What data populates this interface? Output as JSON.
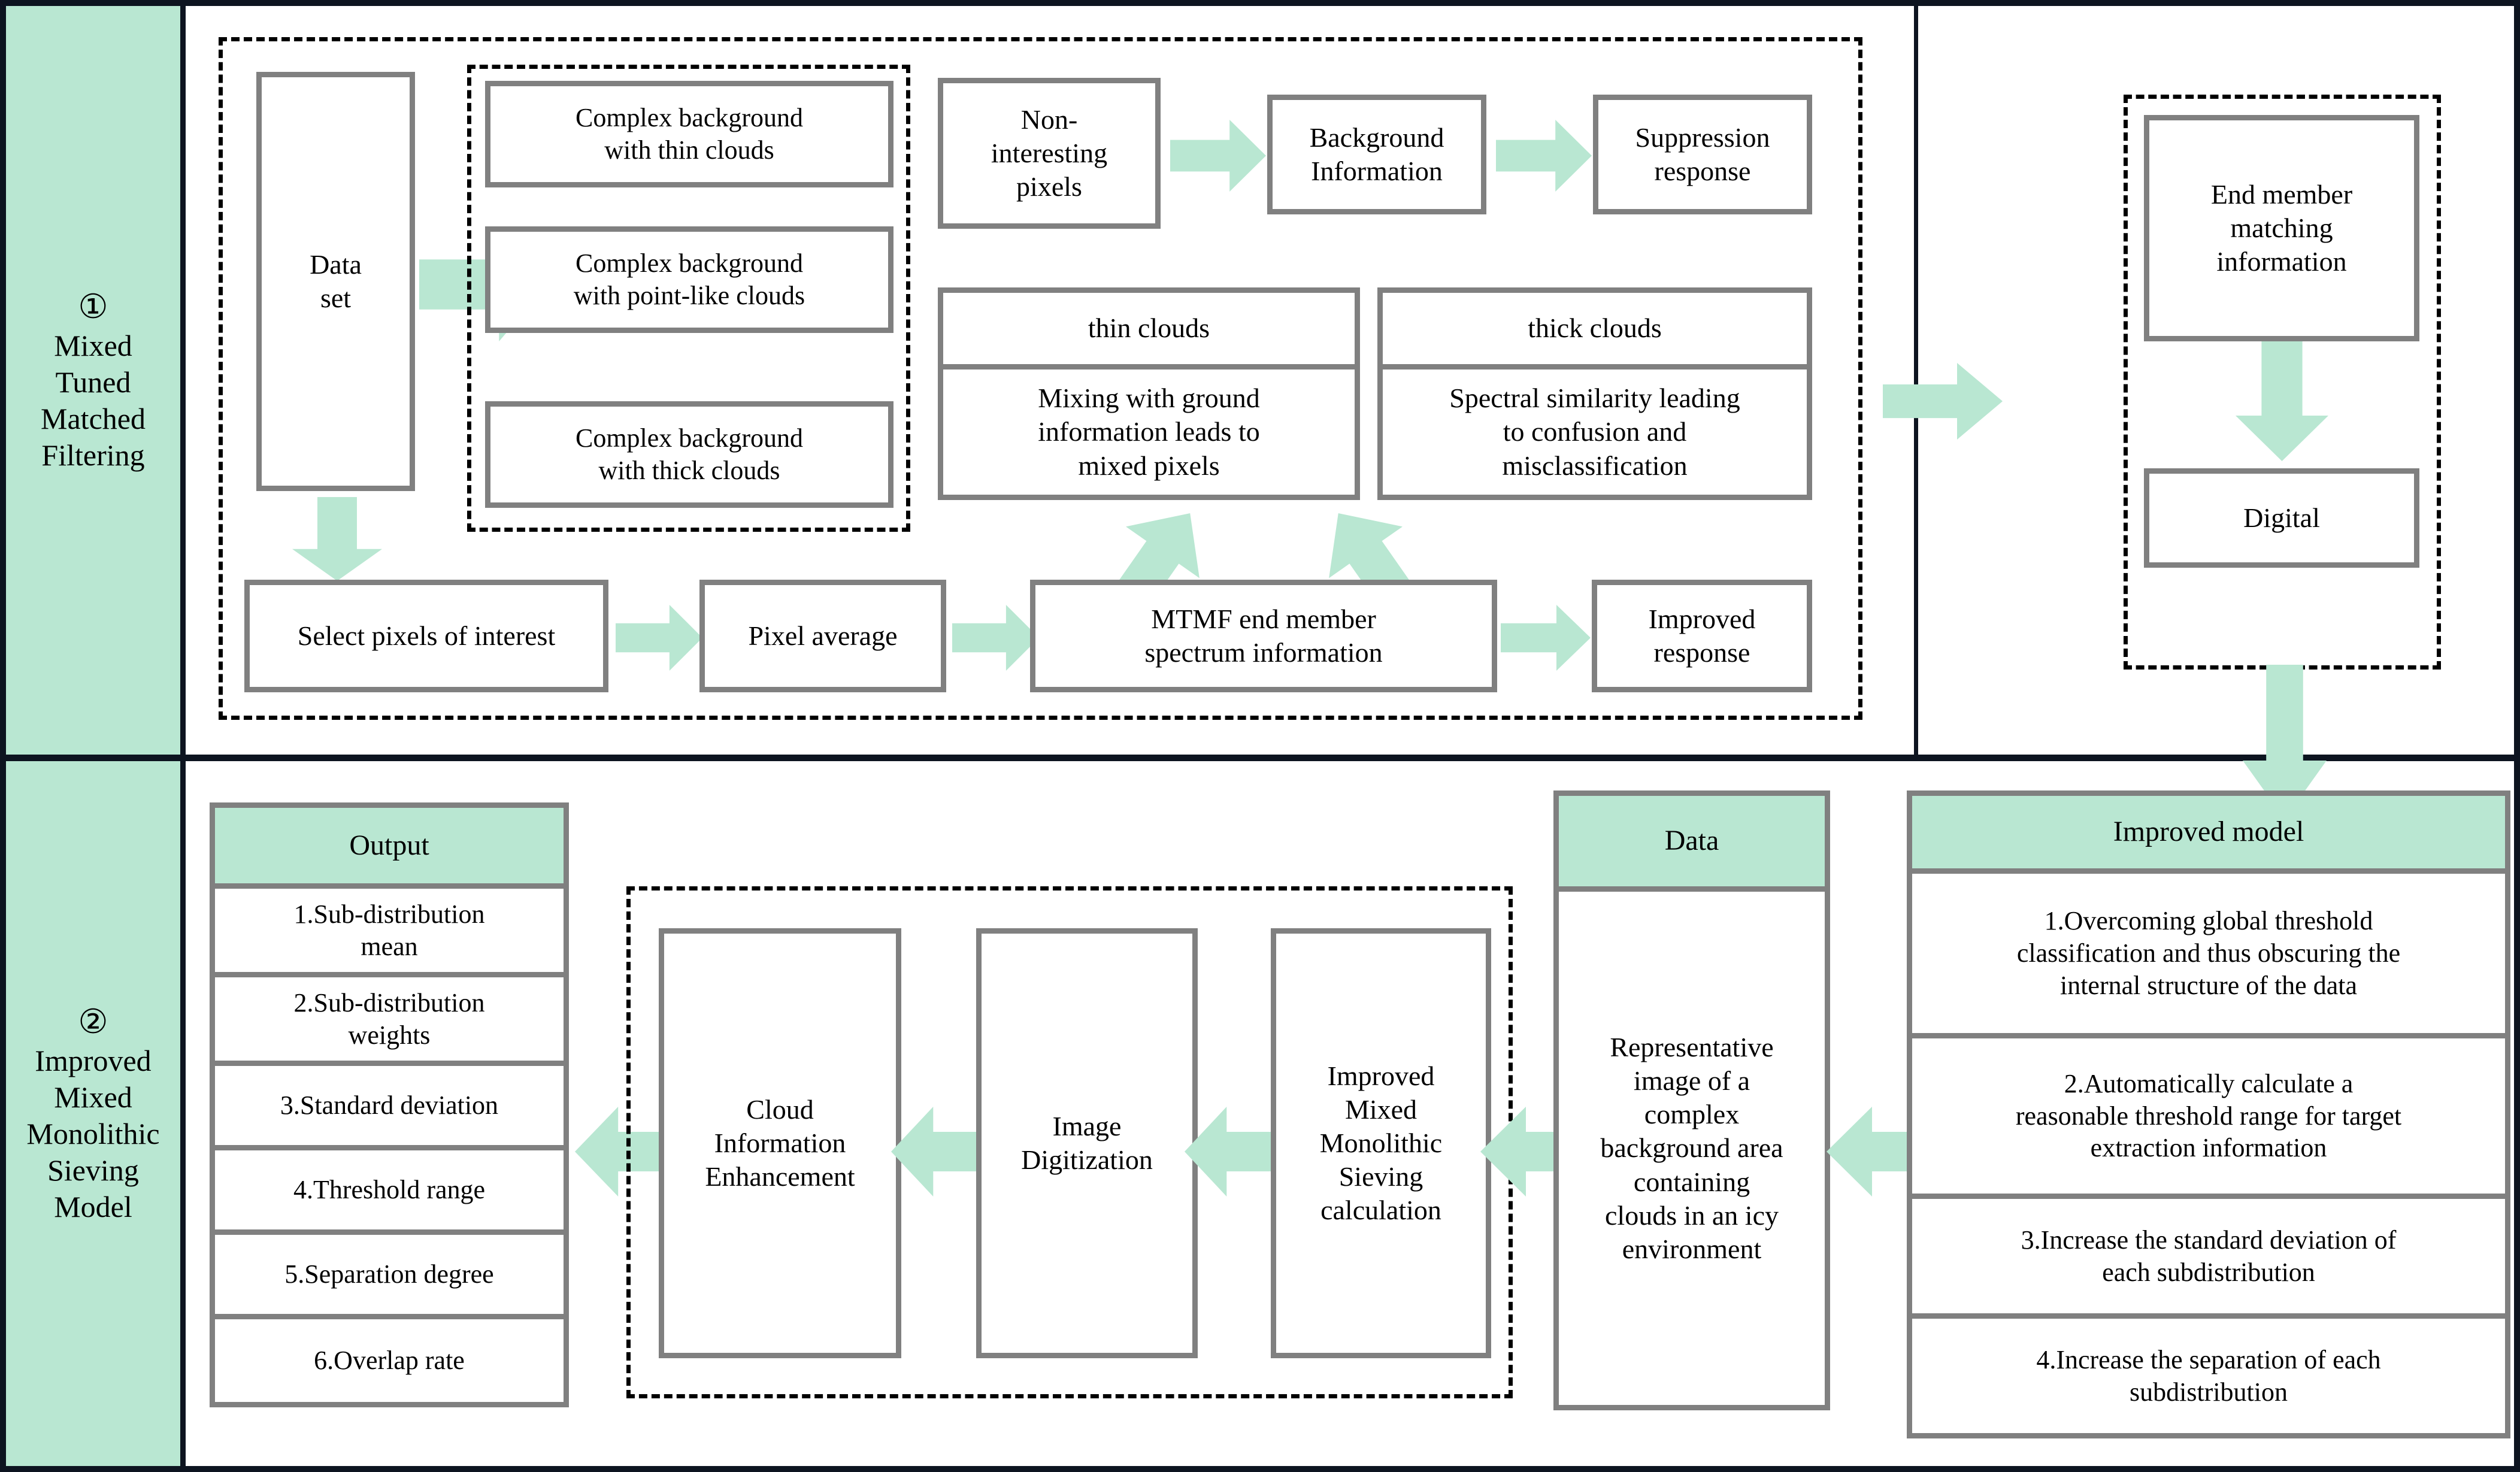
{
  "colors": {
    "accent_green": "#b9e7d2",
    "box_border_gray": "#808080",
    "frame_black": "#0d1420"
  },
  "sections": [
    {
      "marker": "①",
      "title_lines": [
        "Mixed",
        "Tuned",
        "Matched",
        "Filtering"
      ]
    },
    {
      "marker": "②",
      "title_lines": [
        "Improved",
        "Mixed",
        "Monolithic",
        "Sieving",
        "Model"
      ]
    }
  ],
  "section1": {
    "data_set": "Data\nset",
    "background_types": [
      "Complex background\nwith thin clouds",
      "Complex background\nwith point-like clouds",
      "Complex background\nwith thick clouds"
    ],
    "suppression_chain": [
      "Non-\ninteresting\npixels",
      "Background\nInformation",
      "Suppression\nresponse"
    ],
    "cloud_problems": [
      {
        "header": "thin clouds",
        "body": "Mixing with ground\ninformation leads to\nmixed pixels"
      },
      {
        "header": "thick clouds",
        "body": "Spectral similarity leading\nto confusion and\nmisclassification"
      }
    ],
    "bottom_chain": [
      "Select pixels of interest",
      "Pixel average",
      "MTMF end member\nspectrum information",
      "Improved\nresponse"
    ],
    "right_panel": [
      "End member\nmatching\ninformation",
      "Digital"
    ]
  },
  "section2": {
    "output_table": {
      "header": "Output",
      "rows": [
        "1.Sub-distribution\nmean",
        "2.Sub-distribution\nweights",
        "3.Standard deviation",
        "4.Threshold range",
        "5.Separation degree",
        "6.Overlap rate"
      ]
    },
    "pipeline": [
      "Cloud\nInformation\nEnhancement",
      "Image\nDigitization",
      "Improved\nMixed\nMonolithic\nSieving\ncalculation"
    ],
    "data_table": {
      "header": "Data",
      "body": "Representative\nimage of a\ncomplex\nbackground area\ncontaining\nclouds in an icy\nenvironment"
    },
    "improved_model_table": {
      "header": "Improved model",
      "rows": [
        "1.Overcoming global threshold\nclassification and thus obscuring the\ninternal structure of the data",
        "2.Automatically calculate a\nreasonable threshold range for target\nextraction information",
        "3.Increase the standard deviation of\neach subdistribution",
        "4.Increase the separation of each\nsubdistribution"
      ]
    }
  }
}
